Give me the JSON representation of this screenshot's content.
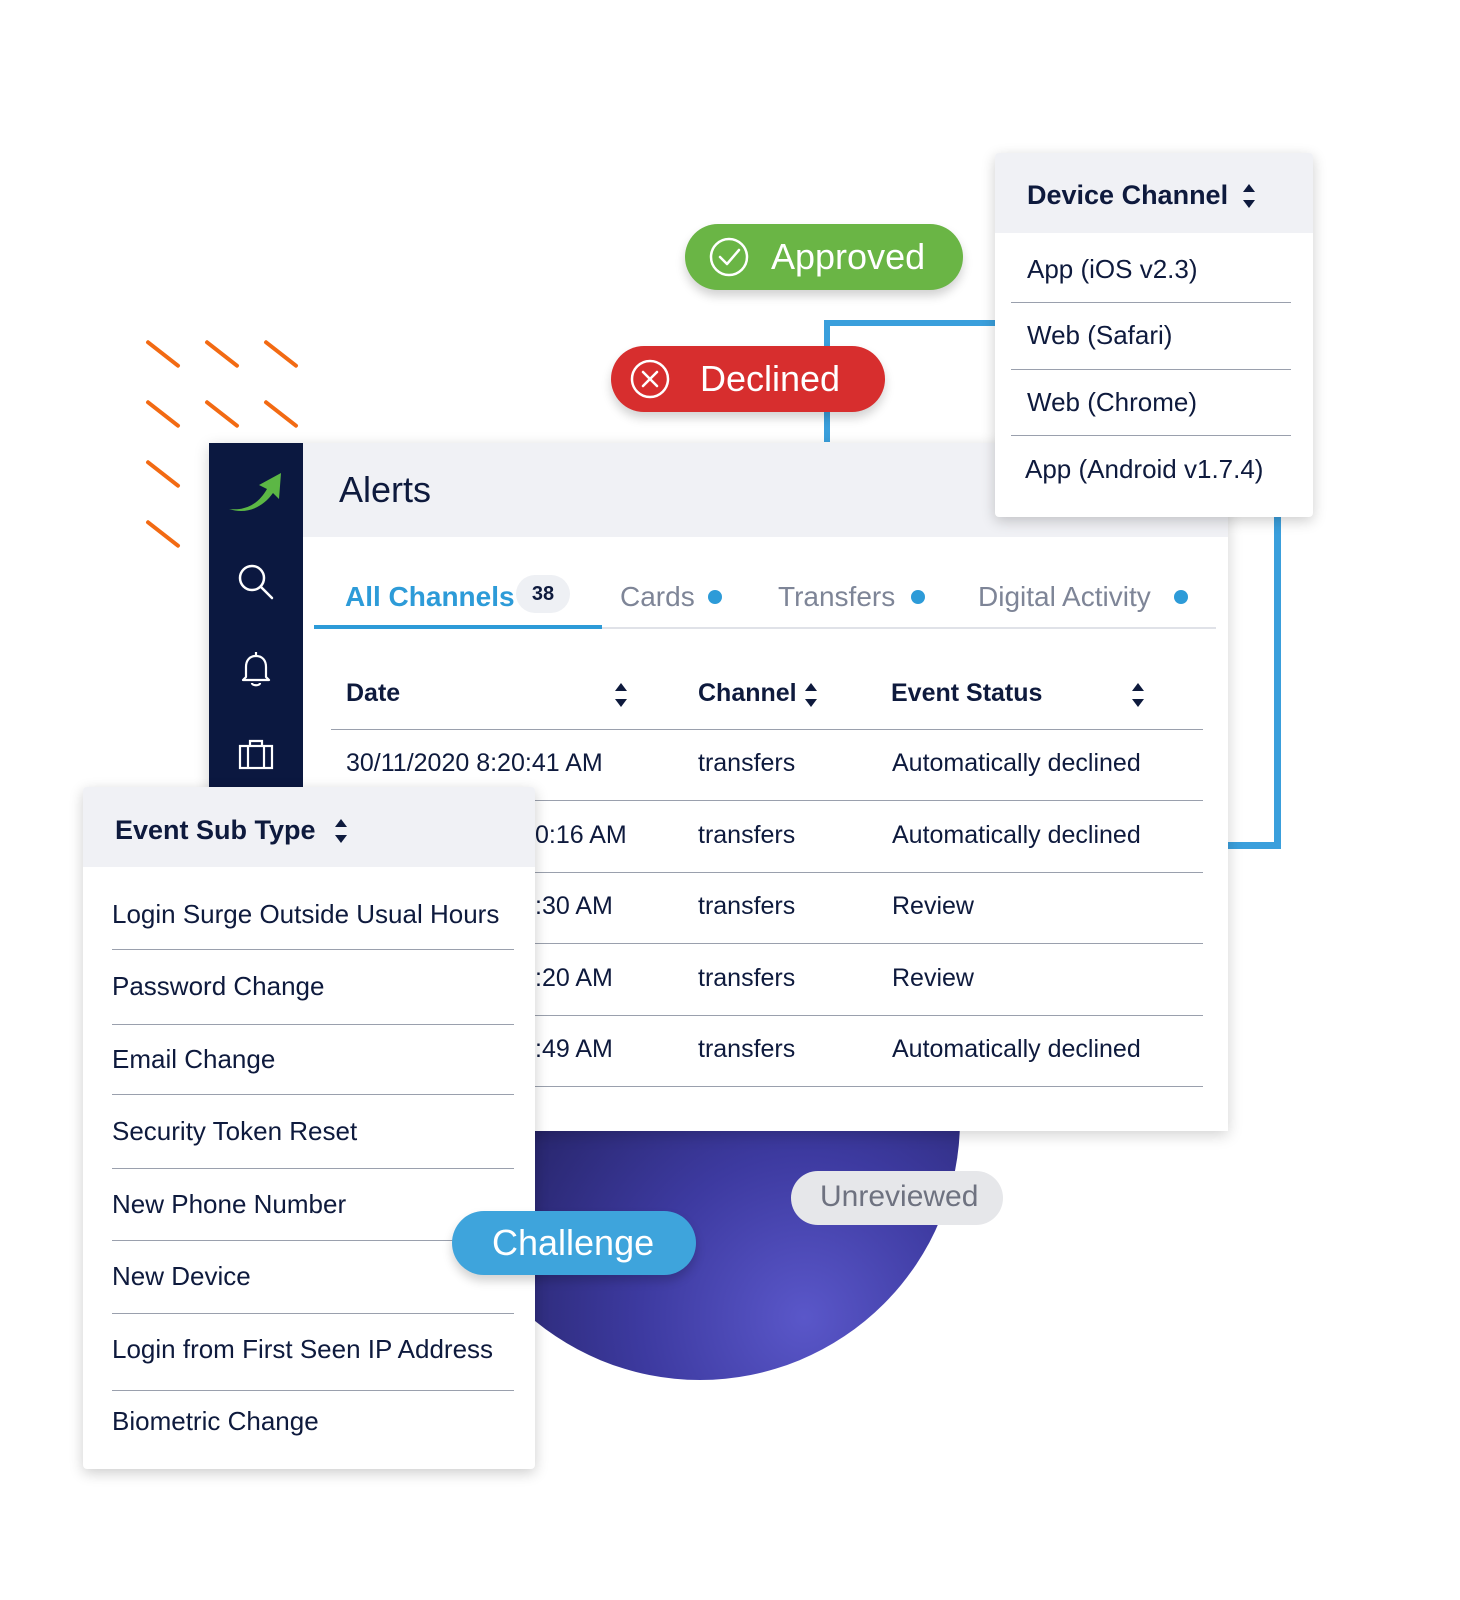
{
  "status_pills": {
    "approved": "Approved",
    "declined": "Declined",
    "challenge": "Challenge",
    "unreviewed": "Unreviewed"
  },
  "colors": {
    "approved": "#6ab545",
    "declined": "#d72e2e",
    "challenge": "#3ea4dc",
    "accent": "#2d9bd8",
    "sidebar": "#0b1840",
    "dashes": "#f26a13"
  },
  "sidebar": {
    "icons": [
      "logo-arrow-icon",
      "search-icon",
      "bell-icon",
      "briefcase-icon"
    ]
  },
  "header": {
    "title": "Alerts"
  },
  "tabs": [
    {
      "label": "All Channels",
      "count": "38",
      "active": true
    },
    {
      "label": "Cards",
      "active": false
    },
    {
      "label": "Transfers",
      "active": false
    },
    {
      "label": "Digital Activity",
      "active": false
    }
  ],
  "table": {
    "columns": [
      "Date",
      "Channel",
      "Event Status"
    ],
    "rows": [
      [
        "30/11/2020 8:20:41 AM",
        "transfers",
        "Automatically declined"
      ],
      [
        "0:16 AM",
        "transfers",
        "Automatically declined"
      ],
      [
        ":30 AM",
        "transfers",
        "Review"
      ],
      [
        ":20 AM",
        "transfers",
        "Review"
      ],
      [
        ":49 AM",
        "transfers",
        "Automatically declined"
      ]
    ]
  },
  "device_channel": {
    "title": "Device Channel",
    "options": [
      "App (iOS v2.3)",
      "Web (Safari)",
      "Web (Chrome)",
      "App (Android v1.7.4)"
    ]
  },
  "event_sub_type": {
    "title": "Event Sub Type",
    "options": [
      "Login Surge Outside Usual Hours",
      "Password Change",
      "Email Change",
      "Security Token Reset",
      "New Phone Number",
      "New Device",
      "Login from First Seen IP Address",
      "Biometric Change"
    ]
  }
}
